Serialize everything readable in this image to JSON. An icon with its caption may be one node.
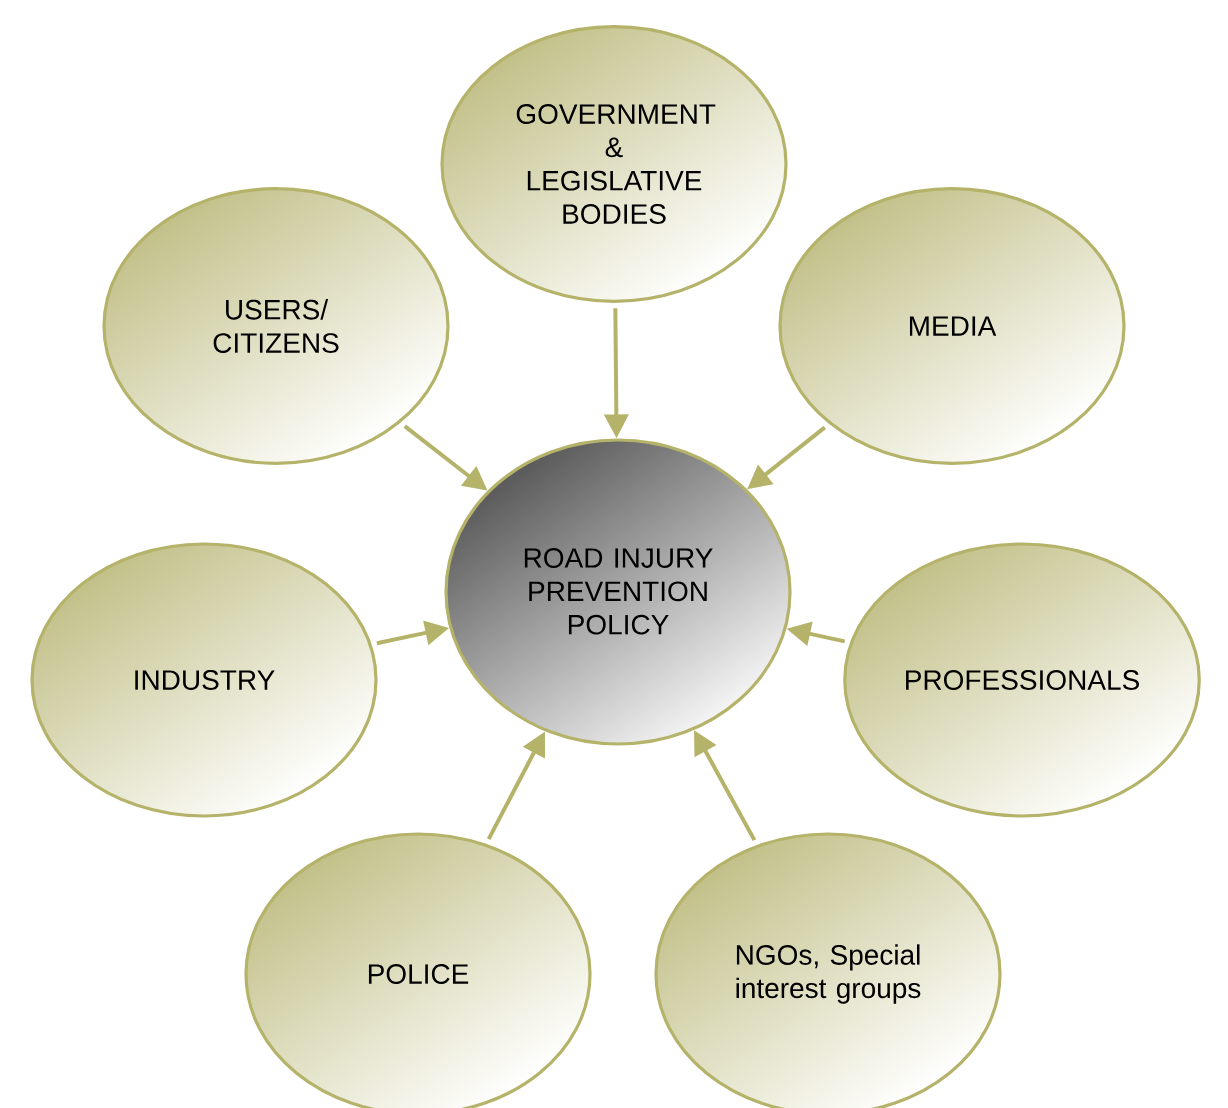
{
  "diagram": {
    "nodes": [
      {
        "text": [
          "GOVERNMENT & LEGISLATIVE BODIES"
        ]
      },
      {
        "text": [
          "USERS/ CITIZENS"
        ]
      },
      {
        "text": [
          "MEDIA"
        ]
      },
      {
        "text": [
          "ROAD INJURY PREVENTION POLICY"
        ]
      },
      {
        "text": [
          "INDUSTRY"
        ]
      },
      {
        "text": [
          "PROFESSIONALS"
        ]
      },
      {
        "text": [
          "POLICE"
        ]
      },
      {
        "text": [
          "NGOs, Special interest groups"
        ]
      }
    ],
    "edges": [
      {
        "from": 0,
        "to": 3,
        "arrow": "to"
      },
      {
        "from": 1,
        "to": 3,
        "arrow": "to"
      },
      {
        "from": 2,
        "to": 3,
        "arrow": "to"
      },
      {
        "from": 4,
        "to": 3,
        "arrow": "to"
      },
      {
        "from": 5,
        "to": 3,
        "arrow": "to"
      },
      {
        "from": 6,
        "to": 3,
        "arrow": "to"
      },
      {
        "from": 7,
        "to": 3,
        "arrow": "to"
      }
    ]
  }
}
